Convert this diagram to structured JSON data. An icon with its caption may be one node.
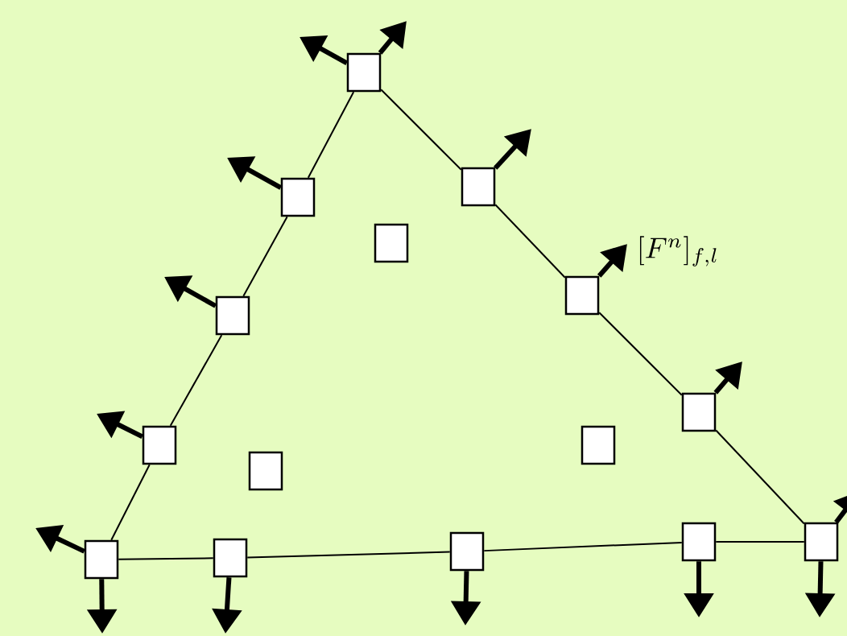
{
  "diagram": {
    "nodes": [
      {
        "text": [],
        "shape": "box"
      },
      {
        "text": [],
        "shape": "box"
      },
      {
        "text": [],
        "shape": "box"
      },
      {
        "text": [],
        "shape": "box"
      },
      {
        "text": [],
        "shape": "box"
      },
      {
        "text": [],
        "shape": "box"
      },
      {
        "text": [],
        "shape": "box"
      },
      {
        "text": [],
        "shape": "box"
      },
      {
        "text": [],
        "shape": "box"
      },
      {
        "text": [],
        "shape": "box"
      },
      {
        "text": [],
        "shape": "box"
      },
      {
        "text": [],
        "shape": "box"
      },
      {
        "text": [],
        "shape": "box"
      },
      {
        "text": [],
        "shape": "box"
      },
      {
        "text": [],
        "shape": "box"
      }
    ],
    "edges": [
      {
        "from": 0,
        "to": 2,
        "arrow": "none"
      },
      {
        "from": 2,
        "to": 5,
        "arrow": "none"
      },
      {
        "from": 5,
        "to": 7,
        "arrow": "none"
      },
      {
        "from": 7,
        "to": 14,
        "arrow": "none"
      },
      {
        "from": 0,
        "to": 1,
        "arrow": "none"
      },
      {
        "from": 1,
        "to": 4,
        "arrow": "none"
      },
      {
        "from": 4,
        "to": 6,
        "arrow": "none"
      },
      {
        "from": 6,
        "to": 10,
        "arrow": "none"
      },
      {
        "from": 14,
        "to": 13,
        "arrow": "none"
      },
      {
        "from": 13,
        "to": 12,
        "arrow": "none"
      },
      {
        "from": 12,
        "to": 11,
        "arrow": "none"
      },
      {
        "from": 11,
        "to": 10,
        "arrow": "none"
      }
    ],
    "labels": [
      "[F^n]_{f,l}"
    ]
  }
}
